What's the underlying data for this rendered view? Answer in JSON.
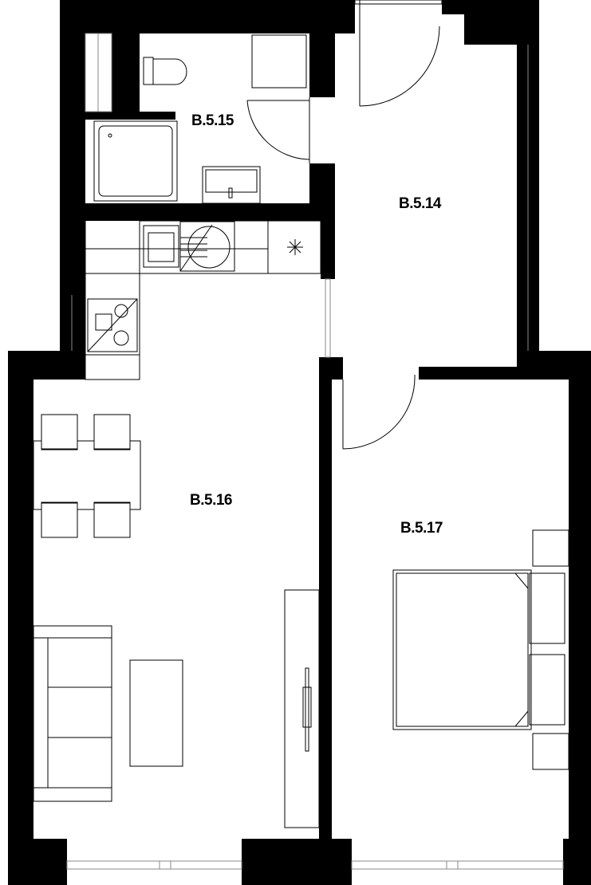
{
  "rooms": [
    {
      "id": "B.5.14",
      "label": "B.5.14"
    },
    {
      "id": "B.5.15",
      "label": "B.5.15"
    },
    {
      "id": "B.5.16",
      "label": "B.5.16"
    },
    {
      "id": "B.5.17",
      "label": "B.5.17"
    }
  ],
  "colors": {
    "wall": "#000000",
    "background": "#ffffff",
    "line": "#000000",
    "window": "#888888"
  }
}
